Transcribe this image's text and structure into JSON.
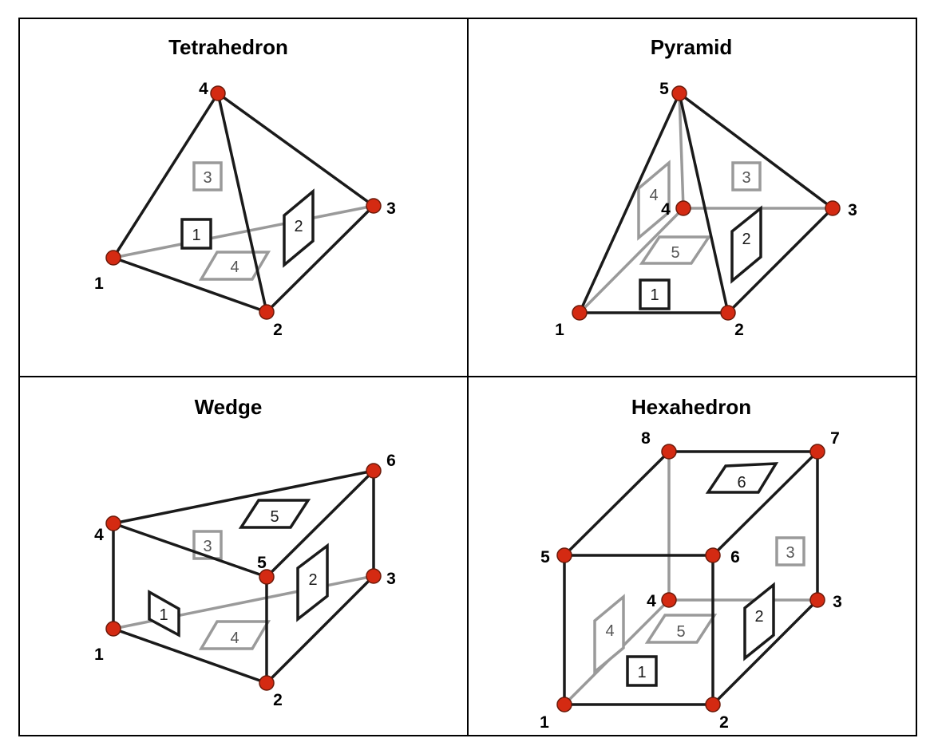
{
  "panels": [
    {
      "id": "tetrahedron",
      "title": "Tetrahedron",
      "vertices": [
        "1",
        "2",
        "3",
        "4"
      ],
      "faces": [
        "1",
        "2",
        "3",
        "4"
      ]
    },
    {
      "id": "pyramid",
      "title": "Pyramid",
      "vertices": [
        "1",
        "2",
        "3",
        "4",
        "5"
      ],
      "faces": [
        "1",
        "2",
        "3",
        "4",
        "5"
      ]
    },
    {
      "id": "wedge",
      "title": "Wedge",
      "vertices": [
        "1",
        "2",
        "3",
        "4",
        "5",
        "6"
      ],
      "faces": [
        "1",
        "2",
        "3",
        "4",
        "5"
      ]
    },
    {
      "id": "hexahedron",
      "title": "Hexahedron",
      "vertices": [
        "1",
        "2",
        "3",
        "4",
        "5",
        "6",
        "7",
        "8"
      ],
      "faces": [
        "1",
        "2",
        "3",
        "4",
        "5",
        "6"
      ]
    }
  ],
  "colors": {
    "node": "#d42a12",
    "front_edge": "#1a1a1a",
    "hidden_edge": "#9a9a9a"
  }
}
